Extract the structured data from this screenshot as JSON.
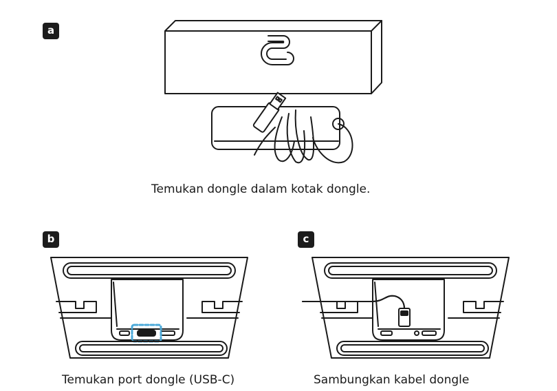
{
  "panels": {
    "a": {
      "badge": "a",
      "caption": "Temukan dongle dalam kotak dongle."
    },
    "b": {
      "badge": "b",
      "caption": "Temukan port dongle (USB-C)"
    },
    "c": {
      "badge": "c",
      "caption": "Sambungkan kabel dongle"
    }
  },
  "colors": {
    "highlight": "#4aa8d8",
    "ink": "#1a1a1a"
  }
}
